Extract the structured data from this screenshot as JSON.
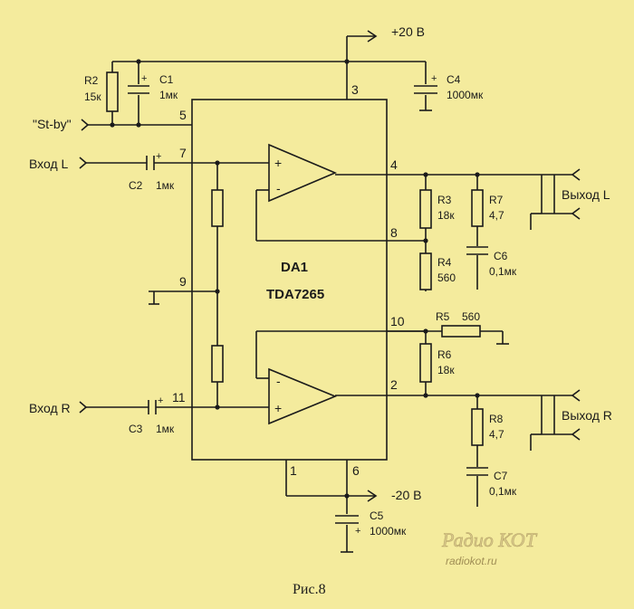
{
  "chip": {
    "name": "DA1",
    "part": "TDA7265"
  },
  "supply": {
    "pos": "+20 В",
    "neg": "-20 В"
  },
  "pins": [
    "1",
    "2",
    "3",
    "4",
    "5",
    "6",
    "7",
    "8",
    "9",
    "10",
    "11"
  ],
  "ports": {
    "standby": "\"St-by\"",
    "in_l": "Вход L",
    "in_r": "Вход R",
    "out_l": "Выход L",
    "out_r": "Выход R"
  },
  "parts": {
    "r2": {
      "ref": "R2",
      "val": "15к"
    },
    "c1": {
      "ref": "C1",
      "val": "1мк"
    },
    "c4": {
      "ref": "C4",
      "val": "1000мк"
    },
    "c2": {
      "ref": "C2",
      "val": "1мк"
    },
    "c3": {
      "ref": "C3",
      "val": "1мк"
    },
    "r3": {
      "ref": "R3",
      "val": "18к"
    },
    "r4": {
      "ref": "R4",
      "val": "560"
    },
    "r7": {
      "ref": "R7",
      "val": "4,7"
    },
    "c6": {
      "ref": "C6",
      "val": "0,1мк"
    },
    "r5": {
      "ref": "R5",
      "val": "560"
    },
    "r6": {
      "ref": "R6",
      "val": "18к"
    },
    "r8": {
      "ref": "R8",
      "val": "4,7"
    },
    "c7": {
      "ref": "C7",
      "val": "0,1мк"
    },
    "c5": {
      "ref": "C5",
      "val": "1000мк"
    }
  },
  "signs": {
    "plus": "+",
    "minus": "-"
  },
  "caption": "Рис.8",
  "watermark": {
    "brand": "Радио КОТ",
    "url": "radiokot.ru"
  }
}
